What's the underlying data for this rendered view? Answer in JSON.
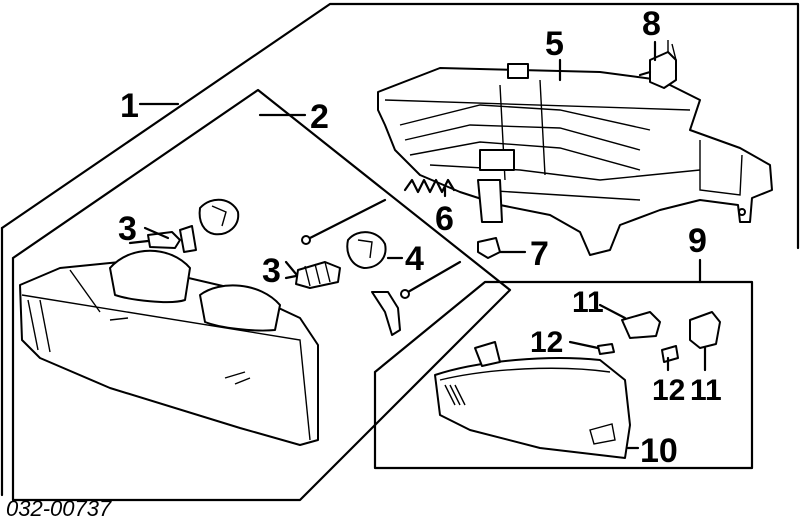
{
  "callouts": {
    "c1": "1",
    "c2": "2",
    "c3a": "3",
    "c3b": "3",
    "c4": "4",
    "c5": "5",
    "c6": "6",
    "c7": "7",
    "c8": "8",
    "c9": "9",
    "c10": "10",
    "c11a": "11",
    "c11b": "11",
    "c12a": "12",
    "c12b": "12"
  },
  "reference_number": "032-00737"
}
